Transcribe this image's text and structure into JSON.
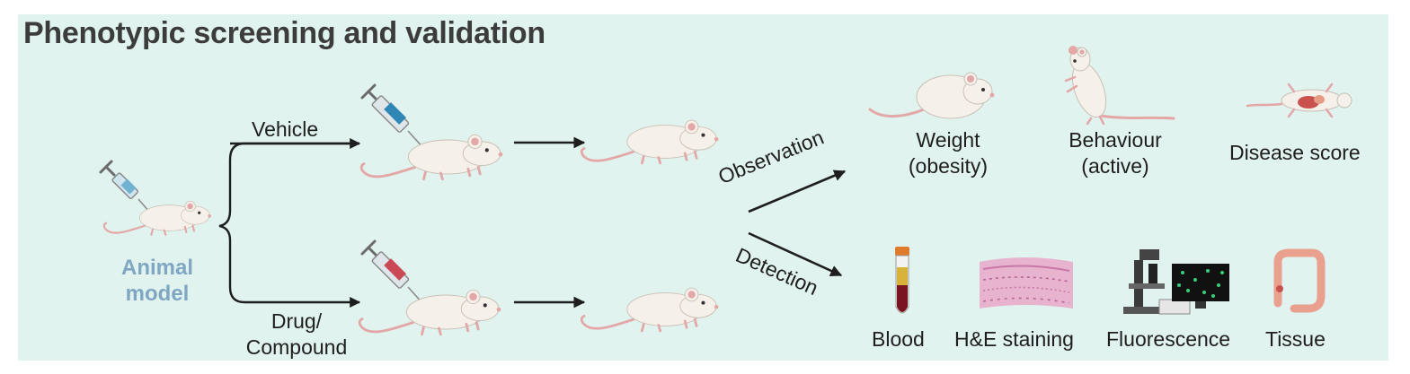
{
  "title": "Phenotypic screening and validation",
  "animal_model": {
    "line1": "Animal",
    "line2": "model"
  },
  "branches": {
    "vehicle": "Vehicle",
    "drug_line1": "Drug/",
    "drug_line2": "Compound"
  },
  "routes": {
    "observation": "Observation",
    "detection": "Detection"
  },
  "observation_outputs": {
    "weight_line1": "Weight",
    "weight_line2": "(obesity)",
    "behaviour_line1": "Behaviour",
    "behaviour_line2": "(active)",
    "disease": "Disease score"
  },
  "detection_outputs": {
    "blood": "Blood",
    "he": "H&E staining",
    "fluorescence": "Fluorescence",
    "tissue": "Tissue"
  },
  "colors": {
    "panel": "#e1f3ee",
    "title": "#3c3c3c",
    "animal_label": "#7fa6c2",
    "mouse_body": "#f5f0ea",
    "mouse_pink": "#e4a7a7",
    "vehicle_fluid": "#2e87b5",
    "drug_fluid": "#c94a55",
    "arrow": "#1e1e1e"
  },
  "icons": [
    "syringe-icon",
    "mouse-icon",
    "standing-mouse-icon",
    "dissected-mouse-icon",
    "blood-tube-icon",
    "he-stain-icon",
    "microscope-icon",
    "colon-tissue-icon"
  ]
}
